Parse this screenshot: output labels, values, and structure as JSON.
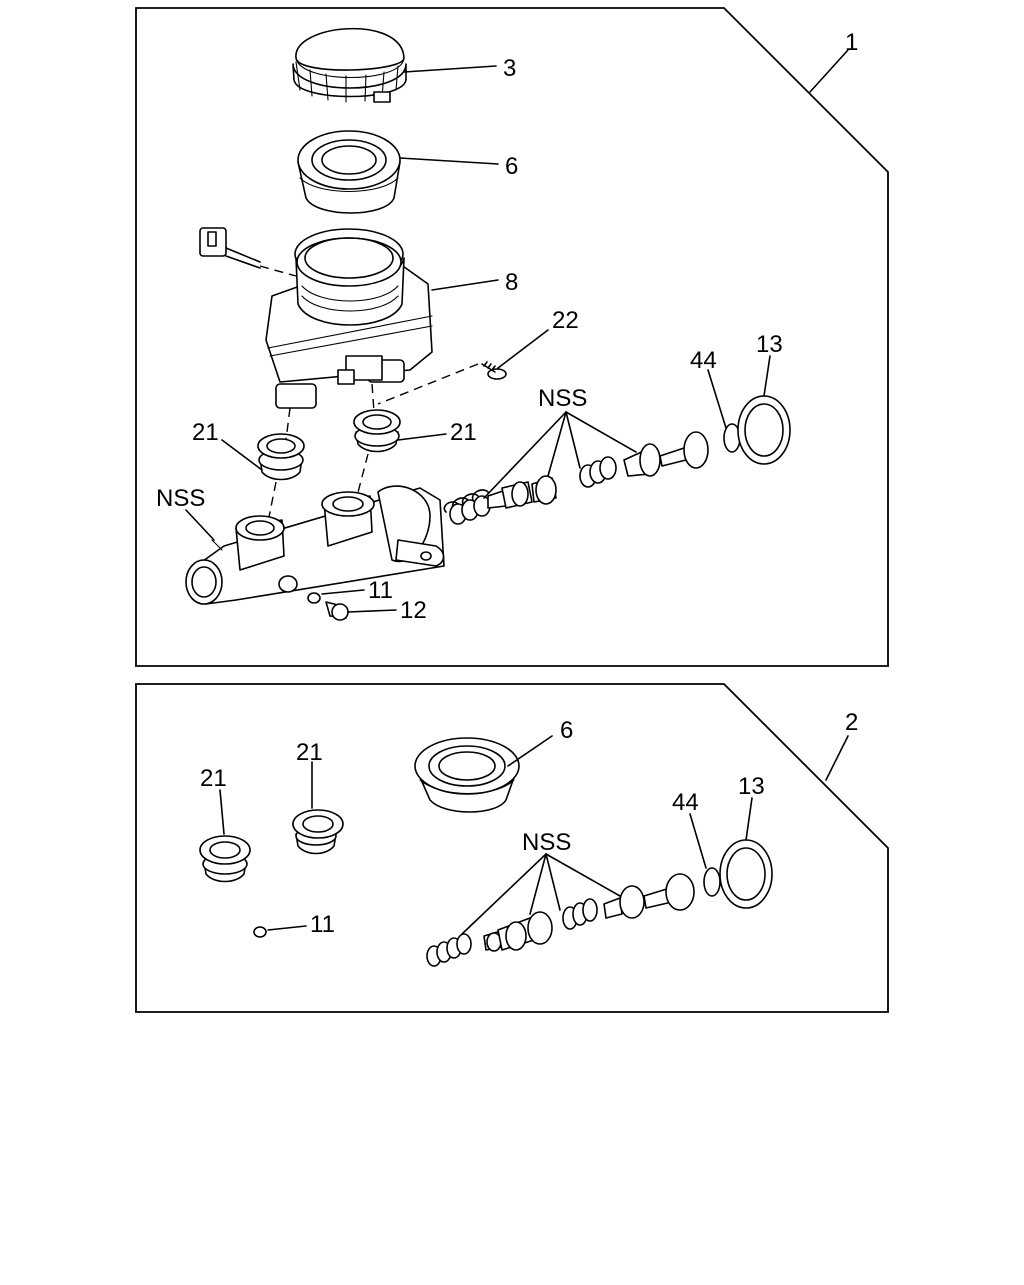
{
  "panels": [
    {
      "id": "1",
      "callouts": {
        "cap": "3",
        "filter": "6",
        "reservoir": "8",
        "screw": "22",
        "grommet_left": "21",
        "grommet_right": "21",
        "body_nss": "NSS",
        "piston_nss": "NSS",
        "snap_ring": "44",
        "boot": "13",
        "gasket": "11",
        "bolt": "12"
      }
    },
    {
      "id": "2",
      "callouts": {
        "grommet_a": "21",
        "grommet_b": "21",
        "filter": "6",
        "gasket": "11",
        "piston_nss": "NSS",
        "snap_ring": "44",
        "boot": "13"
      }
    }
  ]
}
